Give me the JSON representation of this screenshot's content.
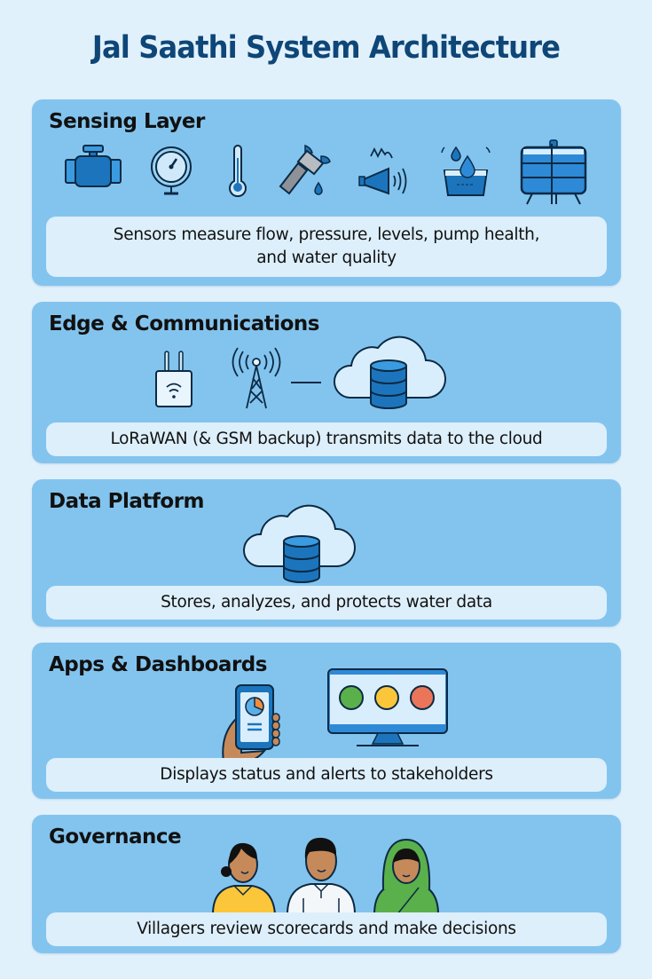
{
  "title": "Jal Saathi System Architecture",
  "colors": {
    "background": "#e1f1fc",
    "panel": "#83c4ee",
    "description_box": "#ddeffb",
    "title": "#0e4677",
    "icon_blue": "#1c75bc",
    "status_green": "#5ab04a",
    "status_yellow": "#fcc63a",
    "status_red": "#ea7558"
  },
  "layers": [
    {
      "title": "Sensing Layer",
      "description_line1": "Sensors measure flow, pressure, levels, pump health,",
      "description_line2": "and water quality",
      "icons": [
        "flow-meter-valve-icon",
        "pressure-gauge-icon",
        "thermometer-icon",
        "water-quality-probe-icon",
        "acoustic-pump-sensor-icon",
        "water-level-basin-icon",
        "storage-tank-icon"
      ]
    },
    {
      "title": "Edge & Communications",
      "description": "LoRaWAN (& GSM backup) transmits data to the cloud",
      "icons": [
        "gateway-router-icon",
        "cell-tower-icon",
        "cloud-database-icon"
      ]
    },
    {
      "title": "Data Platform",
      "description": "Stores, analyzes, and protects water data",
      "icons": [
        "cloud-database-icon"
      ]
    },
    {
      "title": "Apps & Dashboards",
      "description": "Displays status and alerts to stakeholders",
      "icons": [
        "mobile-app-icon",
        "dashboard-monitor-icon"
      ],
      "status_lights": [
        "green",
        "yellow",
        "red"
      ]
    },
    {
      "title": "Governance",
      "description": "Villagers review scorecards and make decisions",
      "icons": [
        "villager-woman-icon",
        "villager-man-icon",
        "villager-woman-saree-icon"
      ]
    }
  ]
}
